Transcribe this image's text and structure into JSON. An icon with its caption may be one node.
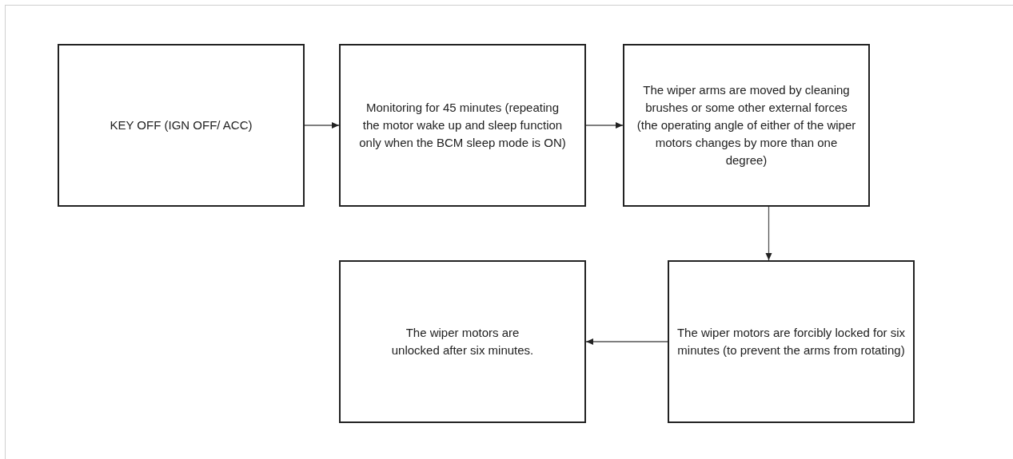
{
  "diagram": {
    "nodes": [
      {
        "text": [
          "KEY OFF (IGN OFF/ ACC)"
        ]
      },
      {
        "text": [
          "Monitoring for 45 minutes (repeating the motor wake up and sleep function only when the BCM sleep mode is ON)"
        ]
      },
      {
        "text": [
          "The wiper arms are moved by cleaning brushes or some other external forces (the operating angle of either of the wiper motors changes by more than one degree)"
        ]
      },
      {
        "text": [
          "The wiper motors are forcibly locked for six minutes (to prevent the arms from rotating)"
        ]
      },
      {
        "text": [
          "The wiper motors are unlocked after six minutes."
        ]
      }
    ],
    "edges": [
      {
        "from": 0,
        "to": 1,
        "arrow": "to"
      },
      {
        "from": 1,
        "to": 2,
        "arrow": "to"
      },
      {
        "from": 2,
        "to": 3,
        "arrow": "to"
      },
      {
        "from": 3,
        "to": 4,
        "arrow": "to"
      }
    ]
  }
}
